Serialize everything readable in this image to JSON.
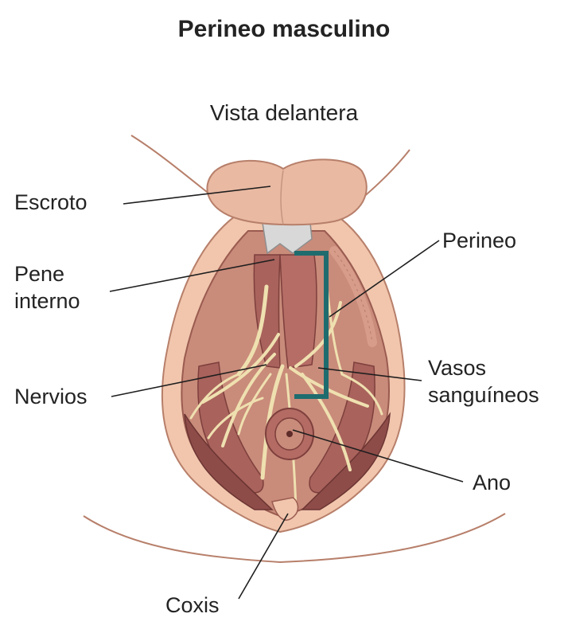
{
  "title": "Perineo masculino",
  "subtitle": "Vista delantera",
  "labels": {
    "escroto": "Escroto",
    "pene_line1": "Pene",
    "pene_line2": "interno",
    "nervios": "Nervios",
    "perineo": "Perineo",
    "vasos_line1": "Vasos",
    "vasos_line2": "sanguíneos",
    "ano": "Ano",
    "coxis": "Coxis"
  },
  "colors": {
    "skin": "#f1c6ad",
    "skin_edge": "#b77f6a",
    "muscle": "#a9625c",
    "muscle_dark": "#7d3f3c",
    "nerve": "#efe0b0",
    "bracket": "#1f6c6e",
    "leader": "#1e1e1e"
  }
}
